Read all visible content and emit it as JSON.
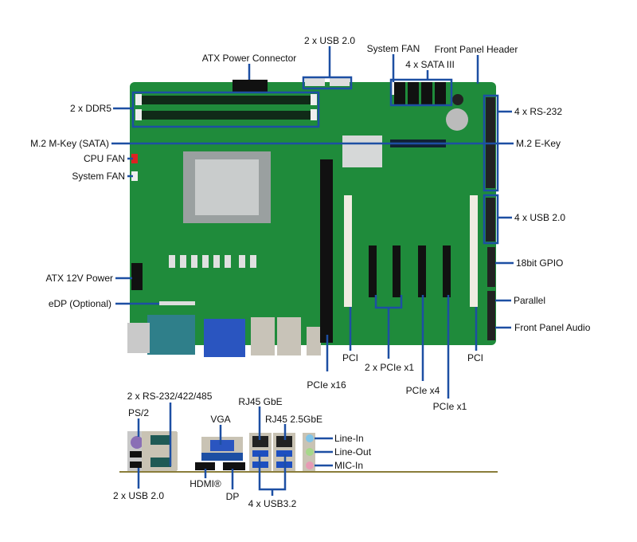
{
  "title": "Motherboard layout",
  "colors": {
    "board": "#1f8b3b",
    "callout": "#1d4fa3"
  },
  "board_labels": {
    "atx_power": "ATX Power Connector",
    "usb20_top": "2 x USB 2.0",
    "system_fan_top": "System FAN",
    "sata": "4 x SATA III",
    "front_panel_header": "Front Panel Header",
    "ddr5": "2 x DDR5",
    "rs232": "4 x RS-232",
    "m2_m": "M.2 M-Key (SATA)",
    "m2_e": "M.2 E-Key",
    "cpu_fan": "CPU FAN",
    "system_fan_left": "System FAN",
    "usb20_right": "4 x USB 2.0",
    "gpio": "18bit GPIO",
    "atx12v": "ATX 12V Power",
    "parallel": "Parallel",
    "edp": "eDP (Optional)",
    "front_panel_audio": "Front Panel Audio",
    "pci_left": "PCI",
    "pcie_x1_pair": "2 x PCIe x1",
    "pci_right": "PCI",
    "pcie_x16": "PCIe x16",
    "pcie_x4": "PCIe x4",
    "pcie_x1": "PCIe x1"
  },
  "io_labels": {
    "com": "2 x RS-232/422/485",
    "ps2": "PS/2",
    "vga": "VGA",
    "rj45_gbe": "RJ45 GbE",
    "rj45_25gbe": "RJ45 2.5GbE",
    "line_in": "Line-In",
    "line_out": "Line-Out",
    "mic_in": "MIC-In",
    "usb20": "2 x USB 2.0",
    "hdmi": "HDMI®",
    "dp": "DP",
    "usb32": "4 x USB3.2"
  }
}
